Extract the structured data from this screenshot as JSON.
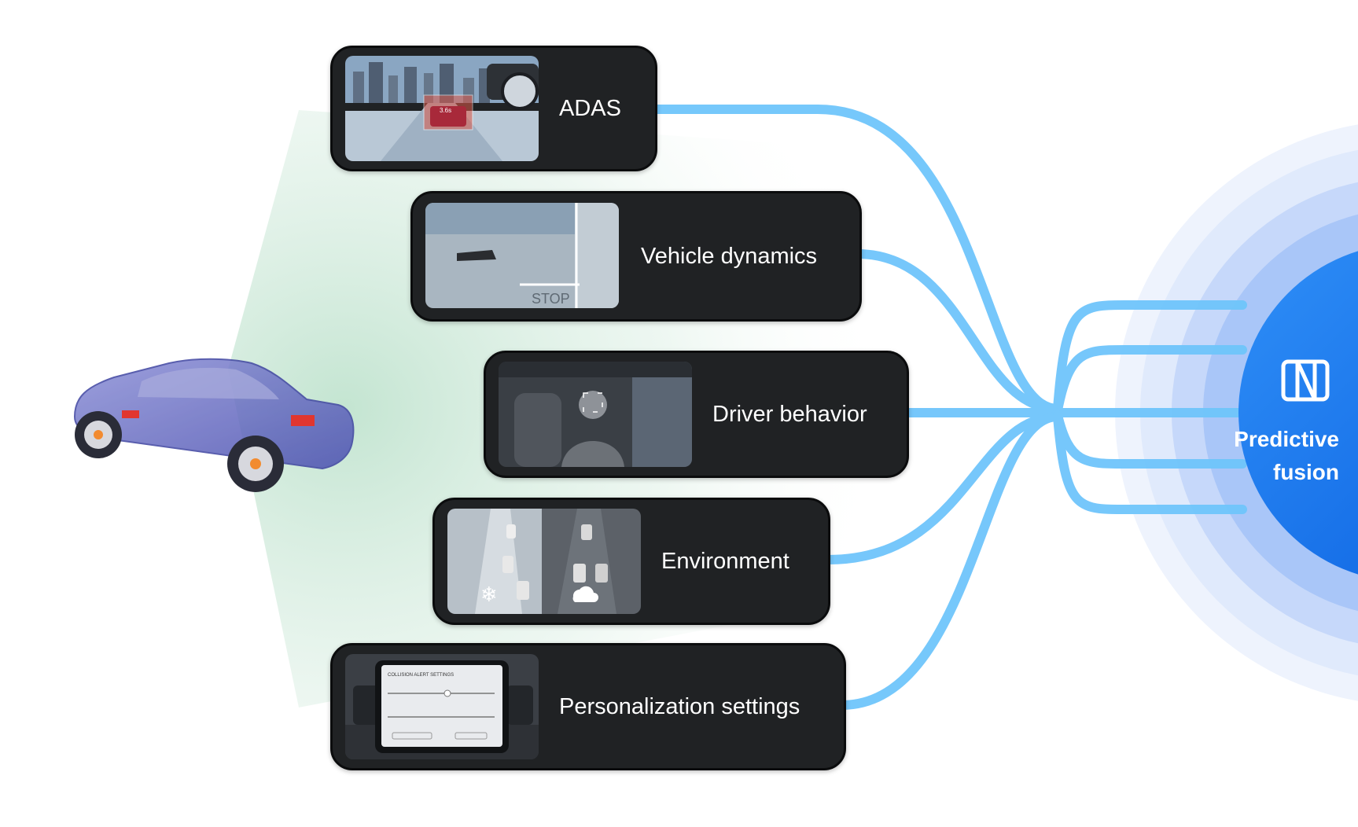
{
  "sources": [
    {
      "id": "adas",
      "label": "ADAS",
      "thumb_icon": "adas-camera-view-icon"
    },
    {
      "id": "vehicle-dynamics",
      "label": "Vehicle dynamics",
      "thumb_icon": "road-stop-marking-icon"
    },
    {
      "id": "driver-behavior",
      "label": "Driver behavior",
      "thumb_icon": "driver-cabin-icon"
    },
    {
      "id": "environment",
      "label": "Environment",
      "thumb_icon": "weather-traffic-icon"
    },
    {
      "id": "personalization",
      "label": "Personalization settings",
      "thumb_icon": "infotainment-screen-icon"
    }
  ],
  "hub": {
    "line1": "Predictive",
    "line2": "fusion",
    "logo_icon": "brand-logo-icon"
  },
  "thumb_text": {
    "adas_distance": "3.6s",
    "stop_word": "STOP",
    "collision_title": "COLLISION ALERT SETTINGS"
  },
  "colors": {
    "card_bg": "#202224",
    "line": "#6fc5fb",
    "hub": "#1479f0",
    "glow": "#cde9da"
  }
}
